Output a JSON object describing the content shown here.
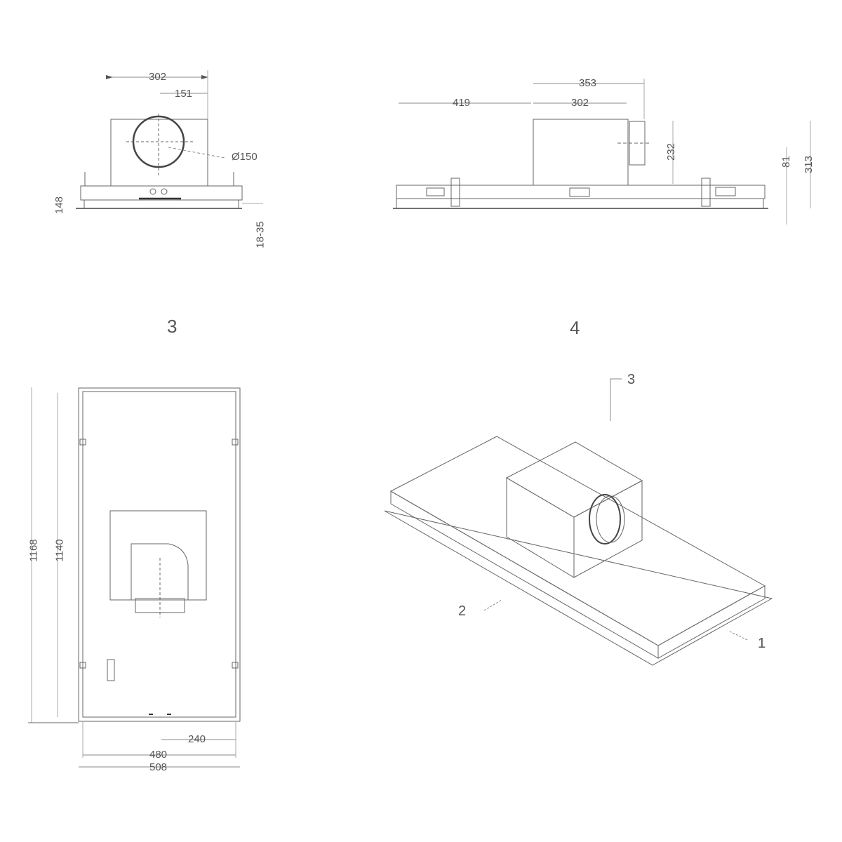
{
  "views": {
    "front": {
      "width_302": "302",
      "half_151": "151",
      "diameter": "Ø150",
      "height_148": "148",
      "range_18_35": "18-35"
    },
    "side": {
      "offset_419": "419",
      "box_302": "302",
      "outlet_353": "353",
      "box_height_232": "232",
      "frame_81": "81",
      "total_313": "313"
    },
    "top": {
      "length_1168": "1168",
      "length_1140": "1140",
      "half_240": "240",
      "inner_480": "480",
      "outer_508": "508"
    },
    "view_labels": {
      "top_view": "3",
      "iso_view": "4"
    },
    "iso": {
      "arrow_1": "1",
      "arrow_2": "2",
      "arrow_3": "3"
    }
  },
  "colors": {
    "line": "#555555",
    "dim": "#888888",
    "background": "#ffffff"
  }
}
